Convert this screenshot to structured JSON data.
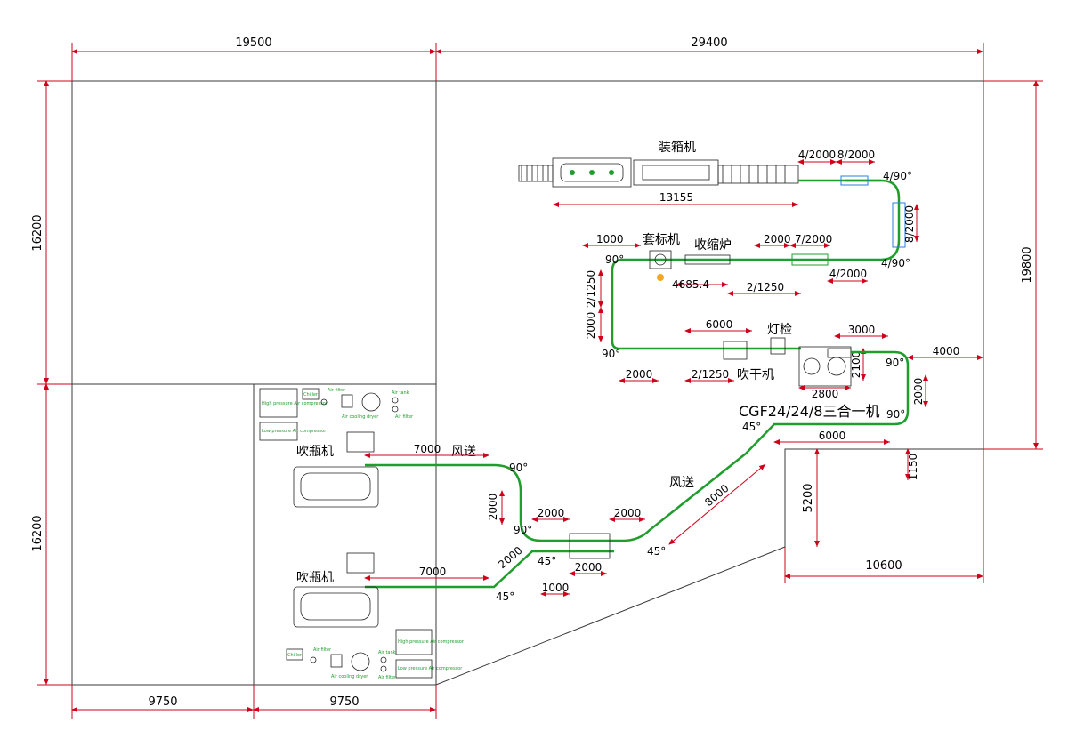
{
  "outer_dims": {
    "top_left": "19500",
    "top_right": "29400",
    "left_upper": "16200",
    "left_lower": "16200",
    "right_total": "19800",
    "bottom_left": "9750",
    "bottom_mid": "9750"
  },
  "machines": {
    "packer": "装箱机",
    "labeler": "套标机",
    "shrink": "收缩炉",
    "light_inspect": "灯检",
    "dryer": "吹干机",
    "filler": "CGF24/24/8三合一机",
    "blower_top": "吹瓶机",
    "blower_bottom": "吹瓶机",
    "air_conveyor_1": "风送",
    "air_conveyor_2": "风送"
  },
  "conveyor_dims": {
    "packer_len": "13155",
    "d_4_2000_a": "4/2000",
    "d_8_2000_a": "8/2000",
    "d_4_90_a": "4/90°",
    "d_8_2000_b": "8/2000",
    "d_4_90_b": "4/90°",
    "d_4_2000_b": "4/2000",
    "d_2000_top": "2000",
    "d_7_2000": "7/2000",
    "d_1000_left": "1000",
    "d_90_labeler": "90°",
    "d_4685": "4685.4",
    "d_2_1250_top": "2/1250",
    "d_2_1250_left": "2/1250",
    "d_2000_left": "2000",
    "d_90_left": "90°",
    "d_6000_dryer": "6000",
    "d_3000": "3000",
    "d_2000_bot": "2000",
    "d_2_1250_bot": "2/1250",
    "d_2800": "2800",
    "d_2100": "2100",
    "d_4000": "4000",
    "d_90_r1": "90°",
    "d_2000_r": "2000",
    "d_90_r2": "90°",
    "d_6000_filler": "6000",
    "d_45_a": "45°",
    "d_1150": "1150",
    "d_5200": "5200",
    "d_10600": "10600",
    "d_8000": "8000",
    "d_45_b": "45°",
    "d_2000_m1": "2000",
    "d_2000_m2": "2000",
    "d_7000_top": "7000",
    "d_90_blower": "90°",
    "d_2000_v": "2000",
    "d_90_b2": "90°",
    "d_2000_m3": "2000",
    "d_2000_diag": "2000",
    "d_45_c": "45°",
    "d_1000_bot": "1000",
    "d_7000_bot": "7000",
    "d_45_d": "45°"
  },
  "equipment_labels": {
    "chiller_1": "Chiller",
    "air_filter_1": "Air filter",
    "air_tank_1": "Air tank",
    "hp_comp_1": "High pressure Air compressor",
    "lp_comp_1": "Low pressure Air compressor",
    "dryer_1": "Air cooling dryer",
    "air_filter_1b": "Air filter",
    "chiller_2": "Chiller",
    "air_filter_2": "Air filter",
    "air_tank_2": "Air tank",
    "hp_comp_2": "High pressure Air compressor",
    "lp_comp_2": "Low pressure Air compressor",
    "dryer_2": "Air cooling dryer",
    "air_filter_2b": "Air filter"
  },
  "colors": {
    "dimension": "#d0021b",
    "conveyor": "#1f9e2c",
    "walls": "#3a3a3a"
  }
}
